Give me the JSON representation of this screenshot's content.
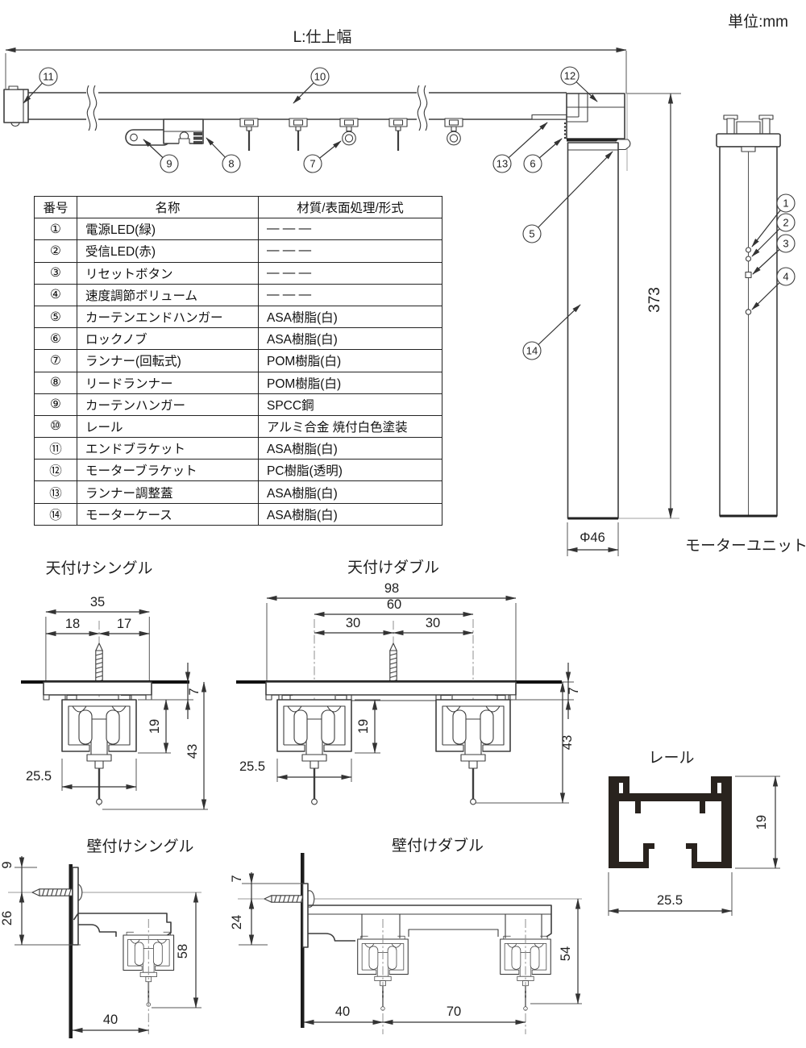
{
  "unit_label": "単位:mm",
  "top_view": {
    "finish_width_label": "L:仕上幅",
    "height_dim": "373",
    "diameter_dim": "Φ46",
    "motor_unit_label": "モーターユニット"
  },
  "callouts": {
    "c1": "1",
    "c2": "2",
    "c3": "3",
    "c4": "4",
    "c5": "5",
    "c6": "6",
    "c7": "7",
    "c8": "8",
    "c9": "9",
    "c10": "10",
    "c11": "11",
    "c12": "12",
    "c13": "13",
    "c14": "14"
  },
  "parts_table": {
    "headers": [
      "番号",
      "名称",
      "材質/表面処理/形式"
    ],
    "rows": [
      {
        "no": "①",
        "name": "電源LED(緑)",
        "material": "— — —"
      },
      {
        "no": "②",
        "name": "受信LED(赤)",
        "material": "— — —"
      },
      {
        "no": "③",
        "name": "リセットボタン",
        "material": "— — —"
      },
      {
        "no": "④",
        "name": "速度調節ボリューム",
        "material": "— — —"
      },
      {
        "no": "⑤",
        "name": "カーテンエンドハンガー",
        "material": "ASA樹脂(白)"
      },
      {
        "no": "⑥",
        "name": "ロックノブ",
        "material": "ASA樹脂(白)"
      },
      {
        "no": "⑦",
        "name": "ランナー(回転式)",
        "material": "POM樹脂(白)"
      },
      {
        "no": "⑧",
        "name": "リードランナー",
        "material": "POM樹脂(白)"
      },
      {
        "no": "⑨",
        "name": "カーテンハンガー",
        "material": "SPCC鋼"
      },
      {
        "no": "⑩",
        "name": "レール",
        "material": "アルミ合金 焼付白色塗装"
      },
      {
        "no": "⑪",
        "name": "エンドブラケット",
        "material": "ASA樹脂(白)"
      },
      {
        "no": "⑫",
        "name": "モーターブラケット",
        "material": "PC樹脂(透明)"
      },
      {
        "no": "⑬",
        "name": "ランナー調整蓋",
        "material": "ASA樹脂(白)"
      },
      {
        "no": "⑭",
        "name": "モーターケース",
        "material": "ASA樹脂(白)"
      }
    ]
  },
  "diagrams": {
    "ceiling_single": {
      "title": "天付けシングル",
      "d35": "35",
      "d18": "18",
      "d17": "17",
      "d7": "7",
      "d19": "19",
      "d43": "43",
      "d255": "25.5"
    },
    "ceiling_double": {
      "title": "天付けダブル",
      "d98": "98",
      "d60": "60",
      "d30a": "30",
      "d30b": "30",
      "d7": "7",
      "d19": "19",
      "d43": "43",
      "d255": "25.5"
    },
    "rail_section": {
      "title": "レール",
      "d19": "19",
      "d255": "25.5"
    },
    "wall_single": {
      "title": "壁付けシングル",
      "d9": "9",
      "d26": "26",
      "d58": "58",
      "d40": "40"
    },
    "wall_double": {
      "title": "壁付けダブル",
      "d7": "7",
      "d24": "24",
      "d54": "54",
      "d40": "40",
      "d70": "70"
    }
  }
}
